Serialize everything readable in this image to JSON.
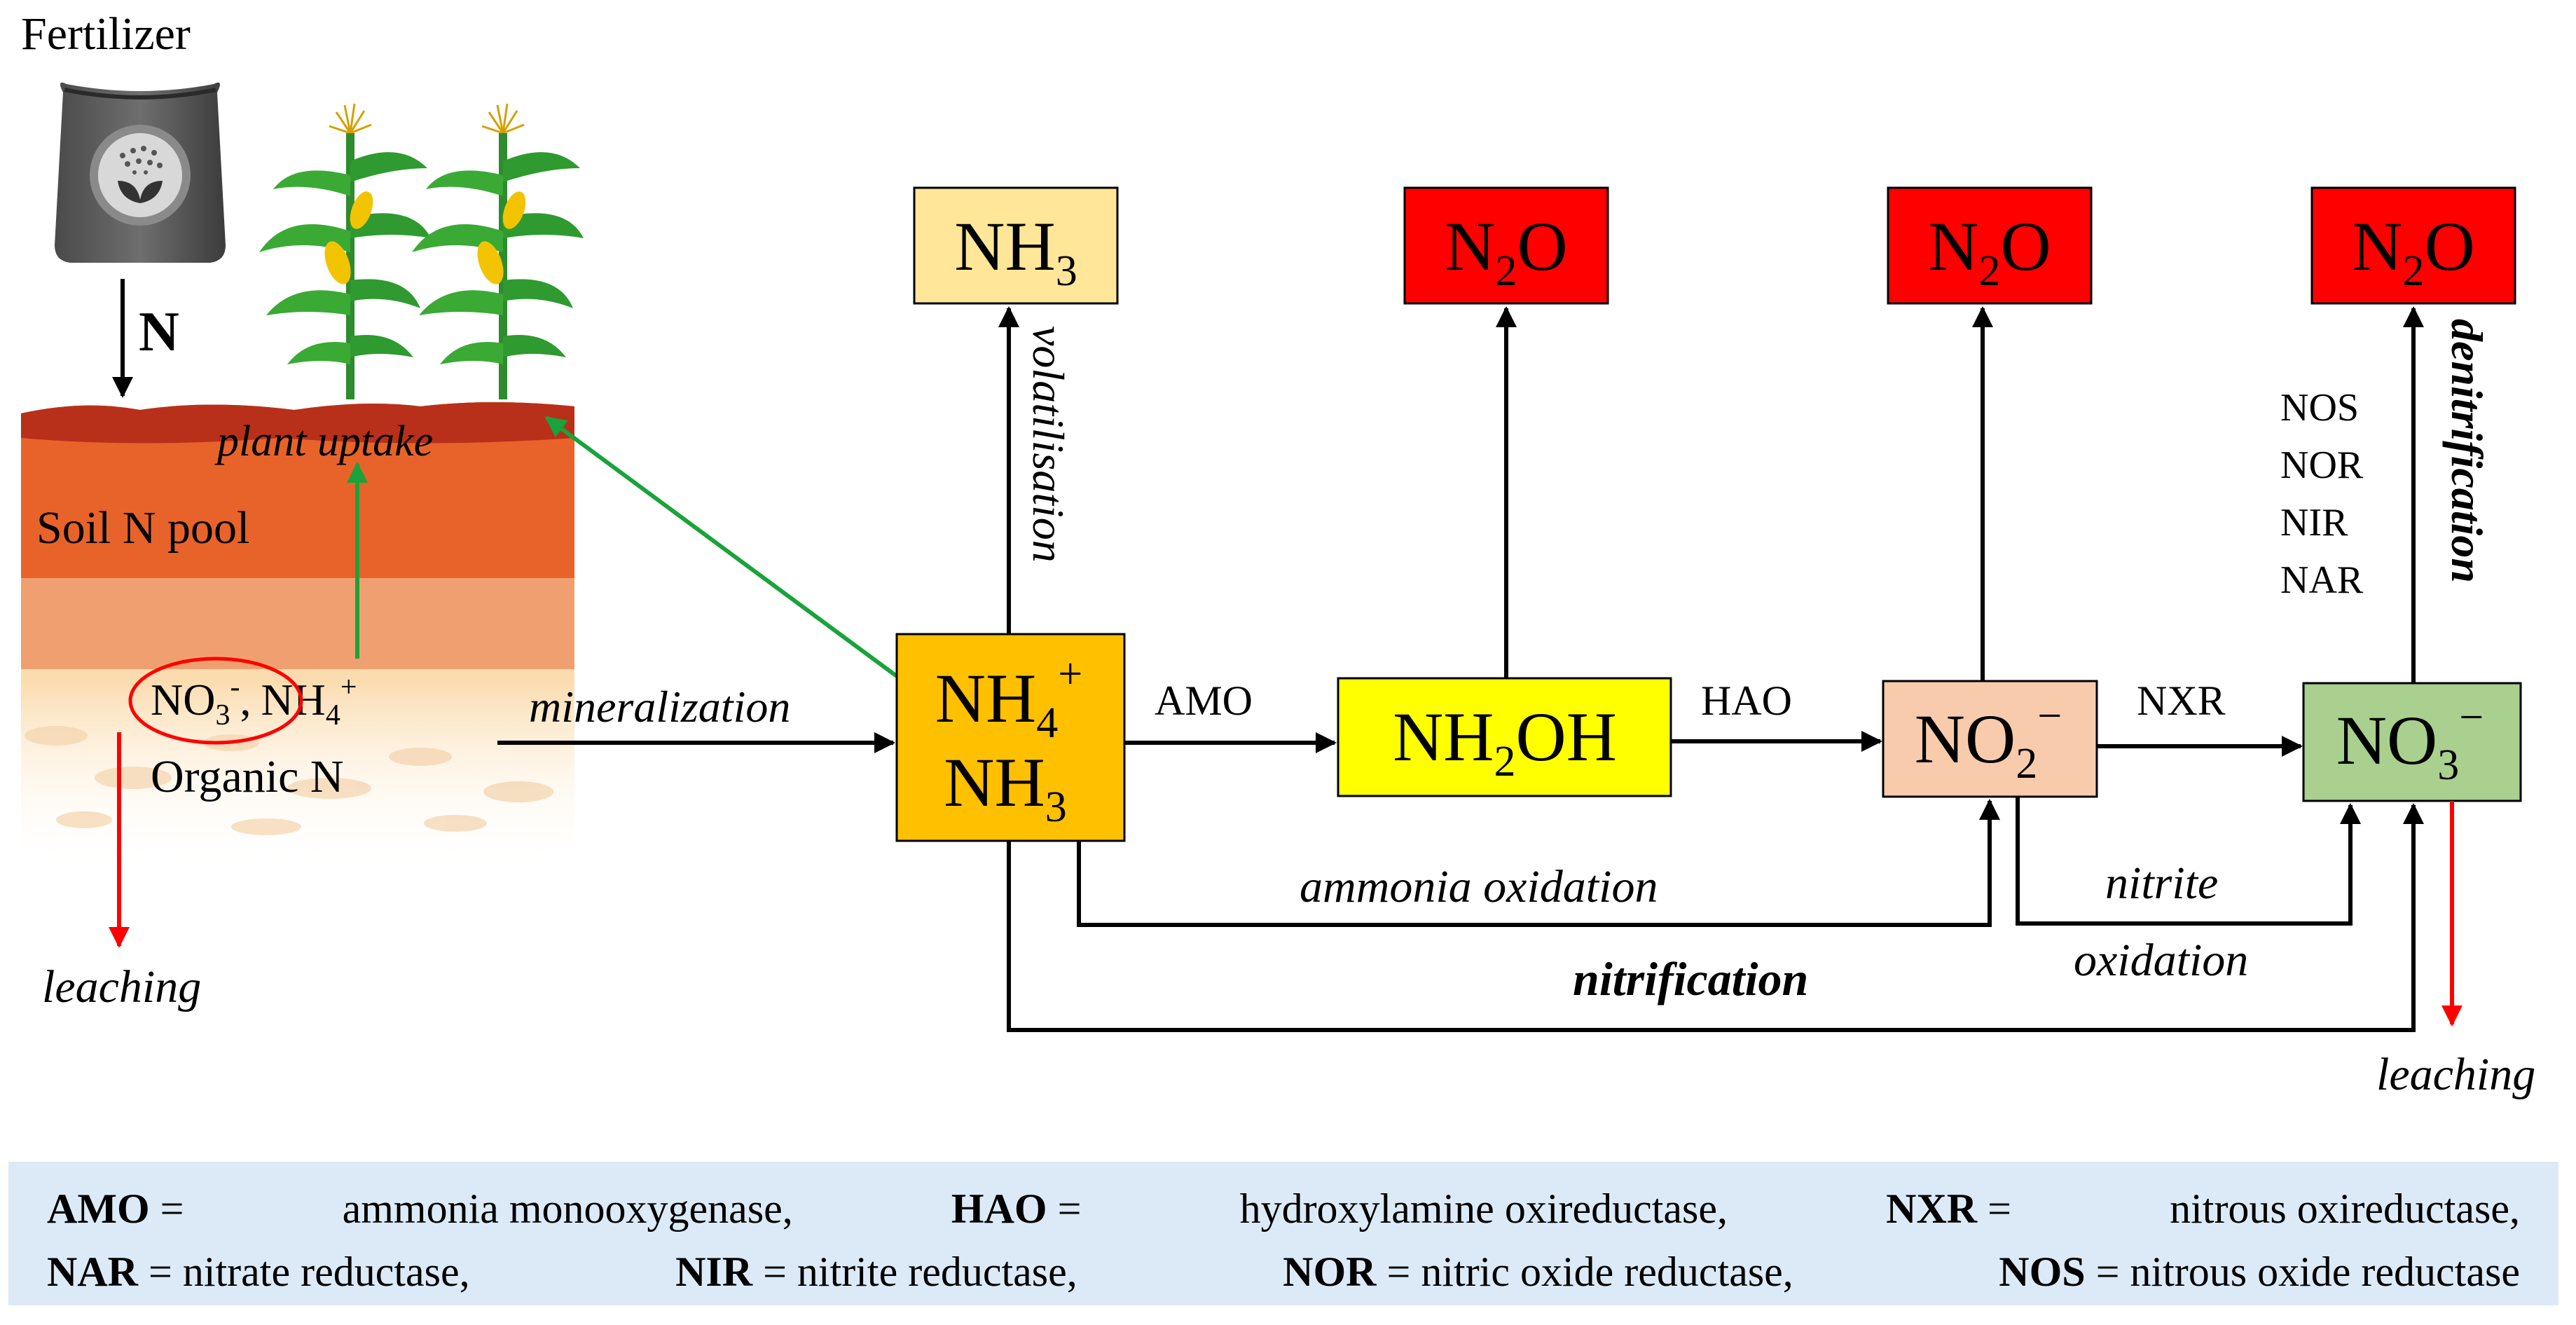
{
  "soil": {
    "fertilizer_label": "Fertilizer",
    "n_label": "N",
    "plant_uptake_label": "plant uptake",
    "pool_label": "Soil N pool",
    "no3_base": "NO",
    "no3_sub": "3",
    "no3_sup": "-",
    "comma": ",",
    "nh4_base": "NH",
    "nh4_sub": "4",
    "nh4_sup": "+",
    "organic_label": "Organic N",
    "leaching_label": "leaching"
  },
  "process": {
    "mineralization_label": "mineralization",
    "volatilisation_label": "volatilisation",
    "denitrification_label": "denitrification",
    "ammonia_oxidation_label": "ammonia oxidation",
    "nitrite_label": "nitrite",
    "oxidation_label": "oxidation",
    "nitrification_label": "nitrification",
    "leaching_right_label": "leaching"
  },
  "nodes": {
    "nh3_top": {
      "base": "NH",
      "sub": "3"
    },
    "n2o_1": {
      "a": "N",
      "sub": "2",
      "b": "O"
    },
    "n2o_2": {
      "a": "N",
      "sub": "2",
      "b": "O"
    },
    "n2o_3": {
      "a": "N",
      "sub": "2",
      "b": "O"
    },
    "nh4_nh3": {
      "l1_base": "NH",
      "l1_sub": "4",
      "l1_sup": "+",
      "l2_base": "NH",
      "l2_sub": "3"
    },
    "nh2oh": {
      "a": "NH",
      "sub": "2",
      "b": "OH"
    },
    "no2": {
      "base": "NO",
      "sub": "2",
      "sup": "−"
    },
    "no3": {
      "base": "NO",
      "sub": "3",
      "sup": "−"
    }
  },
  "enzymes": {
    "amo": "AMO",
    "hao": "HAO",
    "nxr": "NXR",
    "denit_list": [
      "NOS",
      "NOR",
      "NIR",
      "NAR"
    ]
  },
  "legend": {
    "line1": [
      {
        "abbr": "AMO",
        "text": " = "
      },
      {
        "text": "ammonia monooxygenase,"
      },
      {
        "abbr": "HAO",
        "text": " = "
      },
      {
        "text": "hydroxylamine oxireductase,"
      },
      {
        "abbr": "NXR",
        "text": " = "
      },
      {
        "text": "nitrous oxireductase,"
      }
    ],
    "line2": [
      {
        "abbr": "NAR",
        "text": " = nitrate reductase, "
      },
      {
        "abbr": "NIR",
        "text": " = nitrite reductase, "
      },
      {
        "abbr": "NOR",
        "text": " = nitric oxide reductase, "
      },
      {
        "abbr": "NOS",
        "text": " = nitrous oxide reductase"
      }
    ]
  },
  "colors": {
    "nh3_fill": "#ffe699",
    "n2o_fill": "#ff0000",
    "nh4_fill": "#ffc000",
    "nh2oh_fill": "#ffff00",
    "no2_fill": "#f8cbad",
    "no3_fill": "#a9d08e",
    "green_arrow": "#1aa33a",
    "red_arrow": "#ff0000",
    "legend_bg": "#dceaf7"
  }
}
